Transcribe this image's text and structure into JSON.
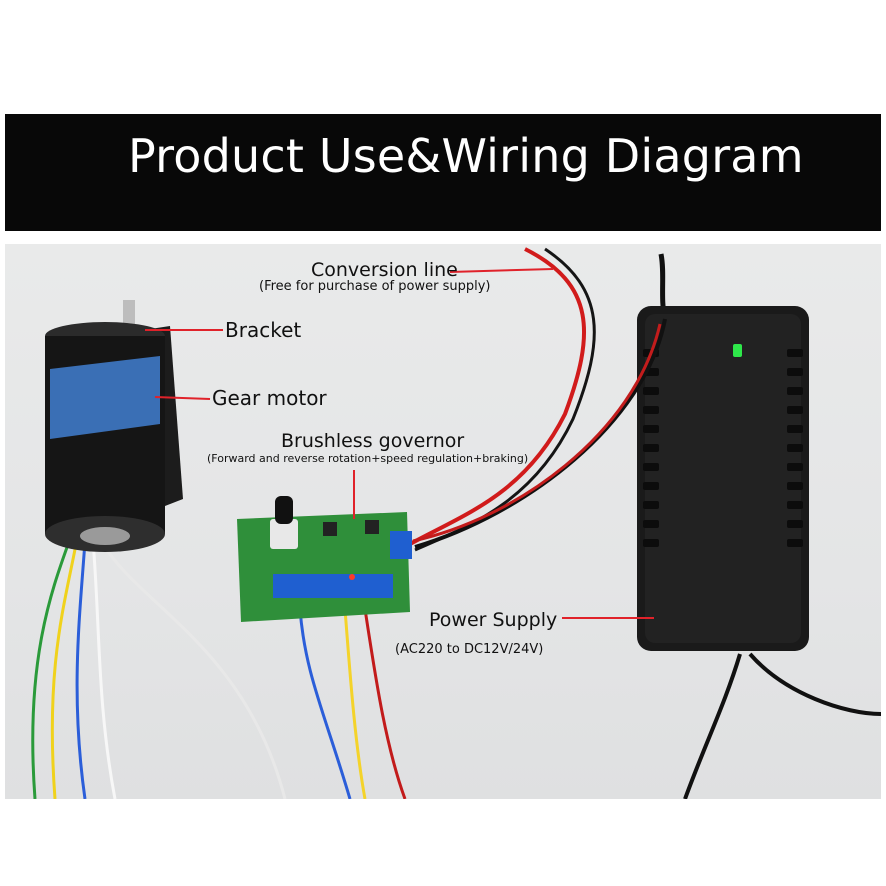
{
  "title": "Product Use&Wiring Diagram",
  "labels": {
    "conversion_line": "Conversion line",
    "conversion_line_note": "(Free for purchase of power supply)",
    "bracket": "Bracket",
    "gear_motor": "Gear motor",
    "brushless_governor": "Brushless governor",
    "brushless_governor_note": "(Forward and reverse rotation+speed regulation+braking)",
    "power_supply": "Power Supply",
    "power_supply_note": "(AC220 to DC12V/24V)"
  },
  "colors": {
    "banner": "#080808",
    "leader_line": "#e0222a",
    "power_led": "#2ee84a",
    "pcb": "#2f8f3a",
    "terminal": "#1f5fd0"
  }
}
